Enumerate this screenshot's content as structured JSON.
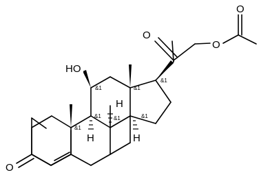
{
  "molecule": {
    "atom_labels": {
      "ketone_o_left": "O",
      "ketone_o_top": "O",
      "ester_o_ether": "O",
      "ester_o_carbonyl": "O",
      "hydroxyl": "HO",
      "h_c8": "H",
      "h_c9": "H",
      "h_c14": "H"
    },
    "stereo_labels": {
      "c11": "&1",
      "c8": "&1",
      "c9": "&1",
      "c10": "&1",
      "c13": "&1",
      "c14": "&1",
      "c17": "&1"
    },
    "colors": {
      "bond": "#000000",
      "background": "#ffffff"
    }
  }
}
